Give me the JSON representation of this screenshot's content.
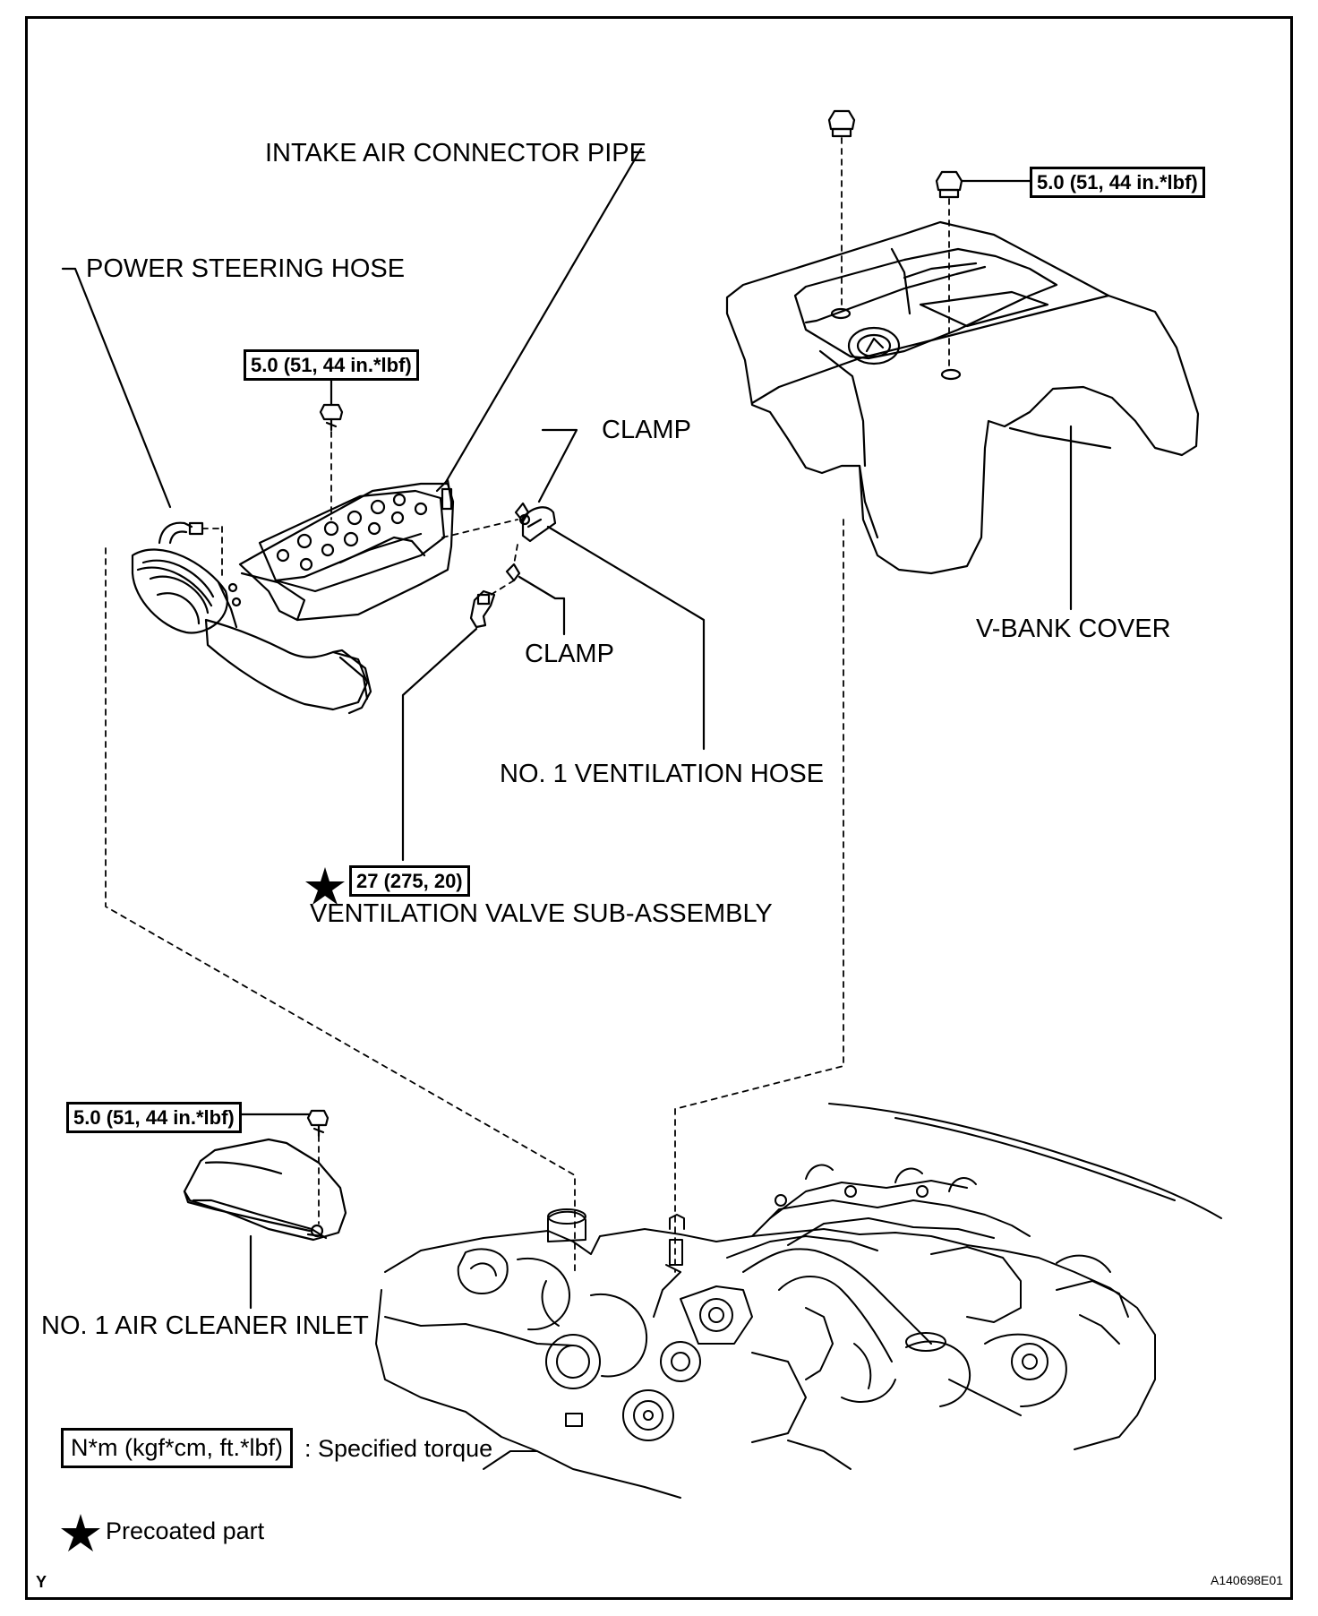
{
  "labels": {
    "intake_air_connector_pipe": "INTAKE AIR CONNECTOR PIPE",
    "power_steering_hose": "POWER STEERING HOSE",
    "clamp_upper": "CLAMP",
    "clamp_lower": "CLAMP",
    "no1_ventilation_hose": "NO. 1 VENTILATION HOSE",
    "ventilation_valve": "VENTILATION VALVE SUB-ASSEMBLY",
    "v_bank_cover": "V-BANK COVER",
    "no1_air_cleaner_inlet": "NO. 1 AIR CLEANER INLET"
  },
  "torques": {
    "v_bank_cover_nut": "5.0 (51, 44 in.*lbf)",
    "connector_pipe_bolt": "5.0 (51, 44 in.*lbf)",
    "ventilation_valve": "27 (275, 20)",
    "air_cleaner_inlet_bolt": "5.0 (51, 44 in.*lbf)"
  },
  "legend": {
    "torque_box": "N*m (kgf*cm, ft.*lbf)",
    "torque_text": ": Specified torque",
    "precoated_text": "Precoated part",
    "star_symbol": "★"
  },
  "footer": {
    "left_mark": "Y",
    "figure_id": "A140698E01"
  }
}
